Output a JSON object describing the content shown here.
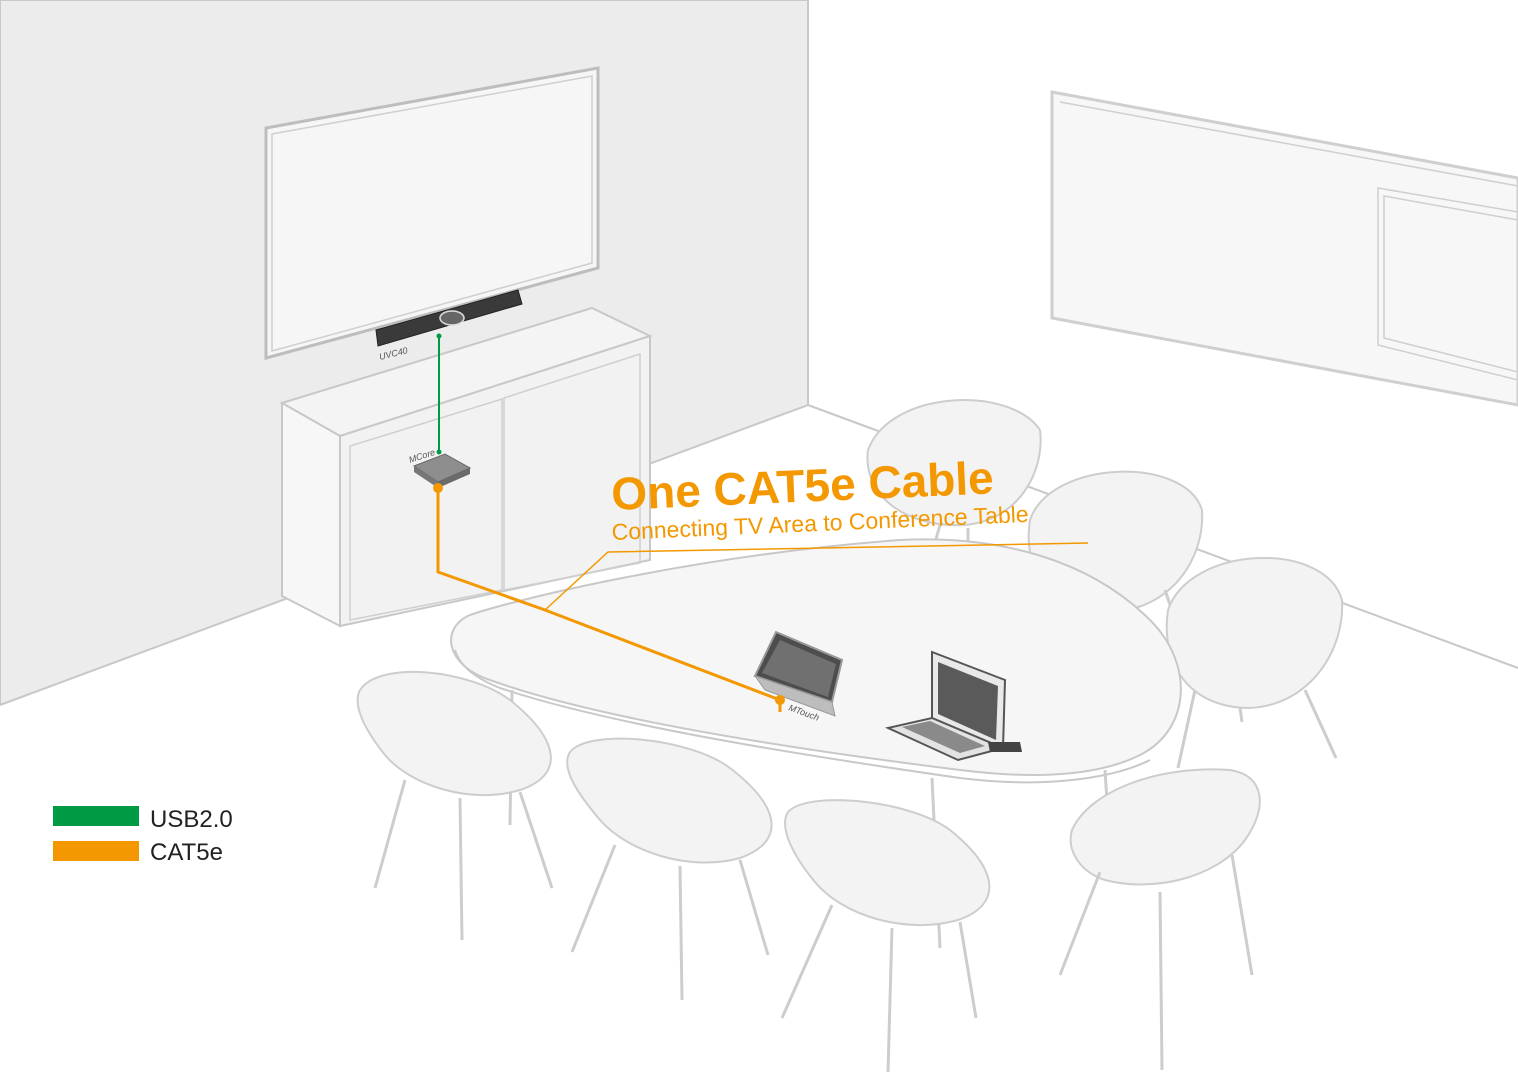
{
  "headline": {
    "title": "One CAT5e Cable",
    "subtitle": "Connecting TV Area to Conference Table"
  },
  "devices": {
    "camera_label": "UVC40",
    "hub_label": "MCore",
    "touch_label": "MTouch"
  },
  "legend": [
    {
      "label": "USB2.0",
      "color": "#009944"
    },
    {
      "label": "CAT5e",
      "color": "#f39800"
    }
  ],
  "colors": {
    "usb": "#009944",
    "cat5e": "#f39800",
    "wall": "#ececec",
    "outline": "#c8c8c8"
  }
}
